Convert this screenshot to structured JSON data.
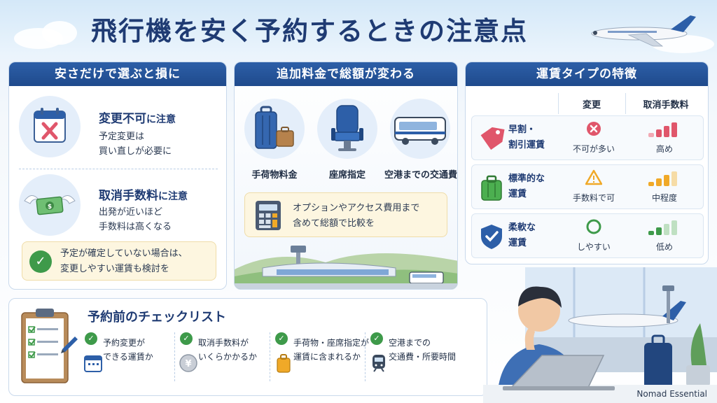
{
  "title": "飛行機を安く予約するときの注意点",
  "panel_left": {
    "header": "安さだけで選ぶと損に",
    "item1": {
      "strong": "変更不可",
      "suffix": "に注意",
      "line1": "予定変更は",
      "line2": "買い直しが必要に",
      "icon": "calendar-x-icon"
    },
    "item2": {
      "strong": "取消手数料",
      "suffix": "に注意",
      "line1": "出発が近いほど",
      "line2": "手数料は高くなる",
      "icon": "flying-money-icon"
    },
    "note": {
      "line1": "予定が確定していない場合は、",
      "line2": "変更しやすい運賃も検討を",
      "icon": "check-icon"
    }
  },
  "panel_mid": {
    "header": "追加料金で総額が変わる",
    "items": [
      {
        "label": "手荷物料金",
        "icon": "luggage-icon"
      },
      {
        "label": "座席指定",
        "icon": "airplane-seat-icon"
      },
      {
        "label": "空港までの交通費",
        "icon": "bus-icon"
      }
    ],
    "note": {
      "line1": "オプションやアクセス費用まで",
      "line2": "含めて総額で比較を",
      "icon": "calculator-icon"
    }
  },
  "panel_right": {
    "header": "運賃タイプの特徴",
    "col_change": "変更",
    "col_cancel": "取消手数料",
    "rows": [
      {
        "name1": "早割・",
        "name2": "割引運賃",
        "change": "不可が多い",
        "cancel": "高め",
        "icon": "price-tag-icon",
        "change_icon": "x-circle-icon",
        "cancel_level": 3,
        "color": "#e0566b"
      },
      {
        "name1": "標準的な",
        "name2": "運賃",
        "change": "手数料で可",
        "cancel": "中程度",
        "icon": "suitcase-icon",
        "change_icon": "warning-triangle-icon",
        "cancel_level": 2,
        "color": "#f0a928"
      },
      {
        "name1": "柔軟な",
        "name2": "運賃",
        "change": "しやすい",
        "cancel": "低め",
        "icon": "shield-check-icon",
        "change_icon": "circle-ok-icon",
        "cancel_level": 1,
        "color": "#3e9a4a"
      }
    ]
  },
  "checklist": {
    "title": "予約前のチェックリスト",
    "items": [
      {
        "line1": "予約変更が",
        "line2": "できる運賃か",
        "icon": "calendar-icon"
      },
      {
        "line1": "取消手数料が",
        "line2": "いくらかかるか",
        "icon": "yen-coin-icon"
      },
      {
        "line1": "手荷物・座席指定が",
        "line2": "運賃に含まれるか",
        "icon": "suitcase-icon"
      },
      {
        "line1": "空港までの",
        "line2": "交通費・所要時間",
        "icon": "train-icon"
      }
    ]
  },
  "brand": "Nomad Essential",
  "colors": {
    "navy": "#1f3b73",
    "header_blue": "#2d5fa8",
    "green": "#3e9a4a",
    "red": "#e0566b",
    "amber": "#f0a928"
  }
}
